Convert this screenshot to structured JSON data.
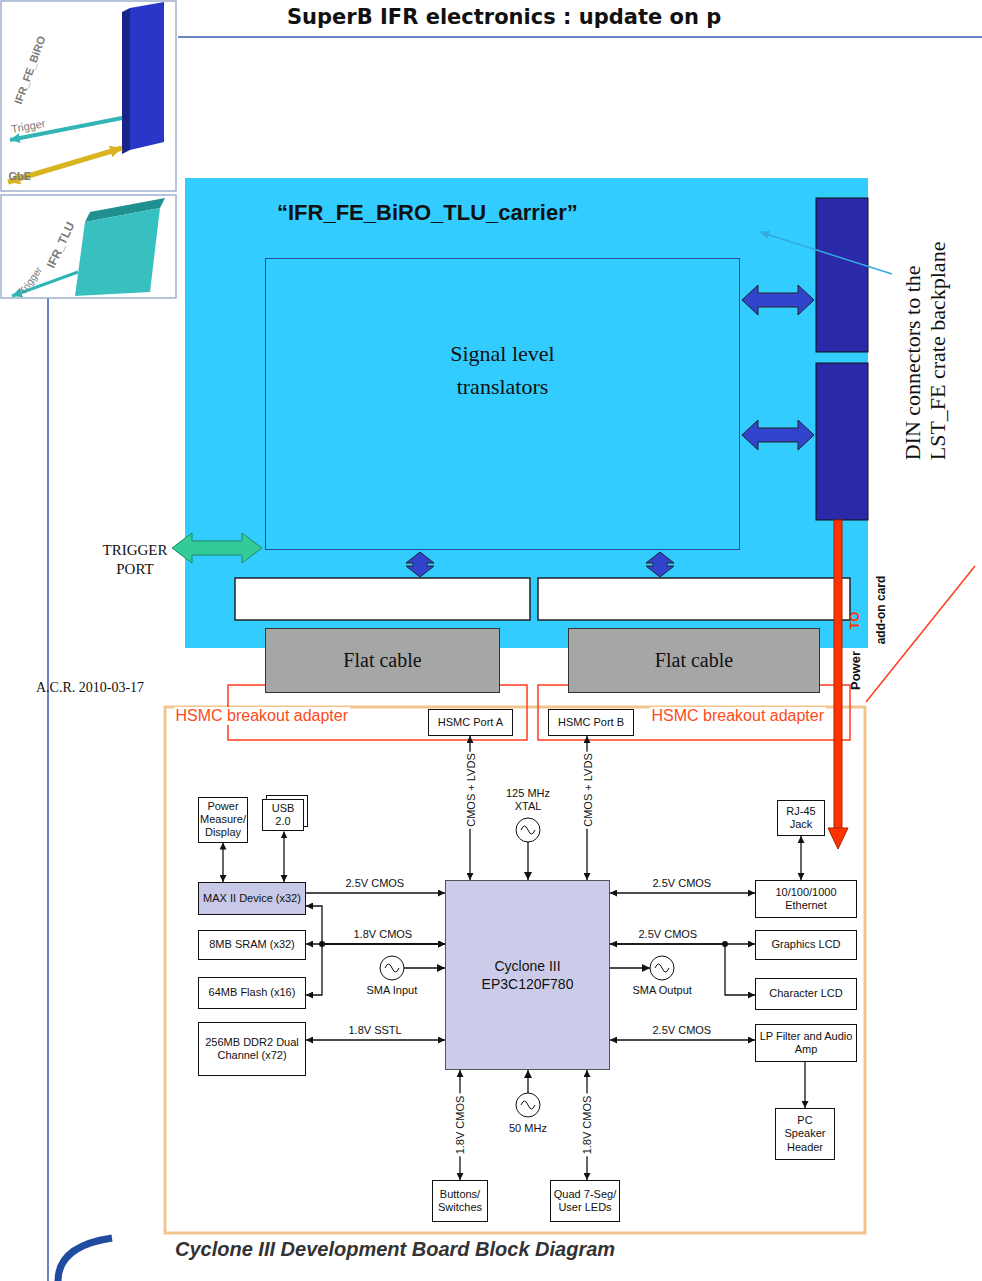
{
  "diagram": {
    "title": "SuperB IFR electronics : update on p",
    "caption": "Cyclone III Development Board Block Diagram",
    "nodes": [
      {
        "text": [
          "“IFR_FE_BiRO_TLU_carrier”"
        ]
      },
      {
        "text": [
          "Signal level translators"
        ],
        "in": 0
      },
      {
        "text": [
          "Flat cable"
        ]
      },
      {
        "text": [
          "Flat cable"
        ]
      },
      {
        "text": [
          "HSMC Port A"
        ]
      },
      {
        "text": [
          "HSMC Port B"
        ]
      },
      {
        "text": [
          "Power Measure/ Display"
        ]
      },
      {
        "text": [
          "USB 2.0"
        ]
      },
      {
        "text": [
          "MAX II Device (x32)"
        ]
      },
      {
        "text": [
          "8MB SRAM (x32)"
        ]
      },
      {
        "text": [
          "64MB Flash (x16)"
        ]
      },
      {
        "text": [
          "256MB DDR2 Dual Channel (x72)"
        ]
      },
      {
        "text": [
          "Cyclone III EP3C120F780"
        ]
      },
      {
        "text": [
          "RJ-45 Jack"
        ]
      },
      {
        "text": [
          "10/100/1000 Ethernet"
        ]
      },
      {
        "text": [
          "Graphics LCD"
        ]
      },
      {
        "text": [
          "Character LCD"
        ]
      },
      {
        "text": [
          "LP Filter and Audio Amp"
        ]
      },
      {
        "text": [
          "PC Speaker Header"
        ]
      },
      {
        "text": [
          "Buttons/ Switches"
        ]
      },
      {
        "text": [
          "Quad 7-Seg/ User LEDs"
        ]
      }
    ],
    "edges": [
      {
        "from": 4,
        "to": 12,
        "label": "CMOS + LVDS",
        "arrow": "both"
      },
      {
        "from": 5,
        "to": 12,
        "label": "CMOS + LVDS",
        "arrow": "both"
      },
      {
        "from": 6,
        "to": 8,
        "arrow": "both"
      },
      {
        "from": 7,
        "to": 8,
        "arrow": "both"
      },
      {
        "from": 8,
        "to": 12,
        "label": "2.5V CMOS",
        "arrow": "to"
      },
      {
        "from": 12,
        "to": 9,
        "label": "1.8V CMOS",
        "arrow": "both"
      },
      {
        "from": 12,
        "to": 10,
        "arrow": "both"
      },
      {
        "from": 12,
        "to": 8,
        "arrow": "both"
      },
      {
        "from": 12,
        "to": 11,
        "label": "1.8V SSTL",
        "arrow": "both"
      },
      {
        "from": 12,
        "to": 14,
        "label": "2.5V CMOS",
        "arrow": "both"
      },
      {
        "from": 14,
        "to": 13,
        "arrow": "both"
      },
      {
        "from": 12,
        "to": 15,
        "label": "2.5V CMOS",
        "arrow": "both"
      },
      {
        "from": 12,
        "to": 16,
        "arrow": "to"
      },
      {
        "from": 12,
        "to": 17,
        "label": "2.5V CMOS",
        "arrow": "both"
      },
      {
        "from": 17,
        "to": 18,
        "arrow": "to"
      },
      {
        "from": 12,
        "to": 19,
        "label": "1.8V CMOS",
        "arrow": "both"
      },
      {
        "from": 12,
        "to": 20,
        "label": "1.8V CMOS",
        "arrow": "both"
      }
    ],
    "labels": [
      "IFR_FE_BiRO",
      "Trigger",
      "GbE",
      "IFR_TLU",
      "Trigger",
      "DIN connectors to the LST_FE crate backplane",
      "TRIGGER PORT",
      "A.C.R. 2010-03-17",
      "Power",
      "TO",
      "add-on card",
      "HSMC breakout adapter",
      "HSMC breakout adapter",
      "125 MHz XTAL",
      "SMA Input",
      "SMA Output",
      "50 MHz"
    ]
  }
}
